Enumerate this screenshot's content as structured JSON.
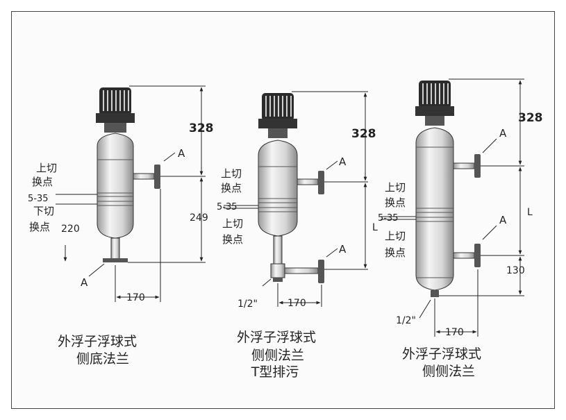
{
  "diagrams": [
    {
      "dim_top": "328",
      "dim_mid": "249",
      "dim_bottom": "220",
      "dim_width": "170",
      "label_upper_line1": "上切",
      "label_upper_line2": "换点",
      "label_range": "5-35",
      "label_lower_line1": "下切",
      "label_lower_line2": "换点",
      "flange_a_top": "A",
      "flange_a_bottom": "A",
      "caption_line1": "外浮子浮球式",
      "caption_line2": "侧底法兰"
    },
    {
      "dim_top": "328",
      "dim_mid": "L",
      "dim_width": "170",
      "drain": "1/2\"",
      "label_upper_line1": "上切",
      "label_upper_line2": "换点",
      "label_range": "5-35",
      "label_lower_line1": "上切",
      "label_lower_line2": "换点",
      "flange_a_top": "A",
      "flange_a_bottom": "A",
      "caption_line1": "外浮子浮球式",
      "caption_line2": "侧侧法兰",
      "caption_line3": "T型排污"
    },
    {
      "dim_top": "328",
      "dim_mid": "L",
      "dim_bottom": "130",
      "dim_width": "170",
      "drain": "1/2\"",
      "label_upper_line1": "上切",
      "label_upper_line2": "换点",
      "label_range": "5-35",
      "label_lower_line1": "上切",
      "label_lower_line2": "换点",
      "flange_a_top": "A",
      "flange_a_bottom": "A",
      "caption_line1": "外浮子浮球式",
      "caption_line2": "侧侧法兰"
    }
  ]
}
